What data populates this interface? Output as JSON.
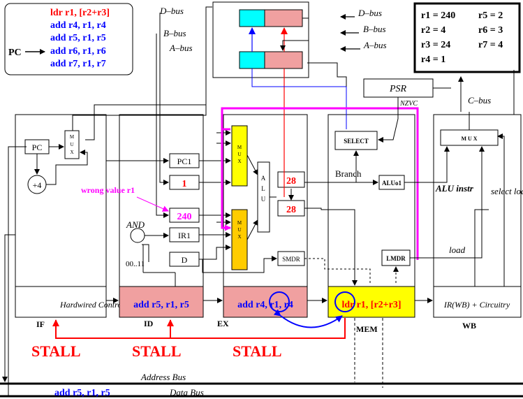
{
  "colors": {
    "red": "#ff0000",
    "blue": "#0000ff",
    "magenta": "#ff00ff",
    "yellow": "#ffff00",
    "orange": "#ffcc00",
    "pink": "#f0a0a0",
    "cyan": "#00ffff"
  },
  "code_box": {
    "pc_label": "PC",
    "lines": [
      "ldr r1, [r2+r3]",
      "add r4, r1, r4",
      "add r5, r1, r5",
      "add r6, r1, r6",
      "add r7, r1, r7"
    ]
  },
  "registers": {
    "col1": [
      "r1 = 240",
      "r2 = 4",
      "r3 = 24",
      "r4 = 1"
    ],
    "col2": [
      "r5 = 2",
      "r6 = 3",
      "r7 = 4"
    ]
  },
  "buses": {
    "d_bus": "D–bus",
    "b_bus": "B–bus",
    "a_bus": "A–bus",
    "c_bus": "C–bus",
    "address_bus": "Address Bus",
    "data_bus": "Data Bus",
    "data_bus_value": "add r5, r1, r5"
  },
  "components": {
    "pc": "PC",
    "plus4": "+4",
    "mux_vert": "MUX",
    "pc1": "PC1",
    "ir1": "IR1",
    "d": "D",
    "alu": "ALU",
    "smdr": "SMDR",
    "select": "SELECT",
    "aluo1": "ALUo1",
    "lmdr": "LMDR",
    "psr": "PSR",
    "nzvc": "NZVC",
    "wb_mux": "M U X",
    "and": "AND",
    "bits": "00..11"
  },
  "values": {
    "pc1_value": "1",
    "a_value": "240",
    "alu_out_top": "28",
    "alu_out_bottom": "28"
  },
  "annotations": {
    "wrong_value": "wrong value r1",
    "branch": "Branch",
    "alu_instr": "ALU instr",
    "select_load": "select load",
    "load": "load",
    "stall": "STALL"
  },
  "stages": {
    "if_instr": "Hardwired Control",
    "id_instr": "add r5, r1, r5",
    "ex_instr": "add r4, r1, r4",
    "mem_instr": "ldr r1, [r2+r3]",
    "wb_instr": "IR(WB) + Circuitry",
    "if_label": "IF",
    "id_label": "ID",
    "ex_label": "EX",
    "mem_label": "MEM",
    "wb_label": "WB"
  }
}
